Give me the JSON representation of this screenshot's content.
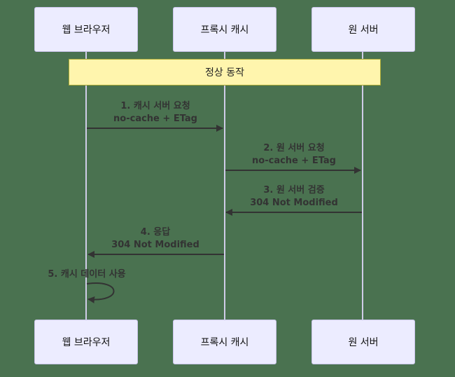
{
  "participants": [
    {
      "id": "browser",
      "label": "웹 브라우저"
    },
    {
      "id": "proxy",
      "label": "프록시 캐시"
    },
    {
      "id": "origin",
      "label": "원 서버"
    }
  ],
  "note": {
    "label": "정상 동작",
    "over": [
      "browser",
      "origin"
    ]
  },
  "messages": [
    {
      "from": "browser",
      "to": "proxy",
      "line1": "1. 캐시 서버 요청",
      "line2": "no-cache + ETag"
    },
    {
      "from": "proxy",
      "to": "origin",
      "line1": "2. 원 서버 요청",
      "line2": "no-cache + ETag"
    },
    {
      "from": "origin",
      "to": "proxy",
      "line1": "3. 원 서버 검증",
      "line2": "304 Not Modified"
    },
    {
      "from": "proxy",
      "to": "browser",
      "line1": "4. 응답",
      "line2": "304 Not Modified"
    },
    {
      "from": "browser",
      "to": "browser",
      "line1": "5. 캐시 데이터 사용",
      "line2": ""
    }
  ],
  "colors": {
    "background": "#4a7250",
    "actor_fill": "#ececff",
    "actor_border": "#c9c4ea",
    "note_fill": "#fff5ad",
    "note_border": "#aaaa33",
    "arrow": "#333333"
  }
}
